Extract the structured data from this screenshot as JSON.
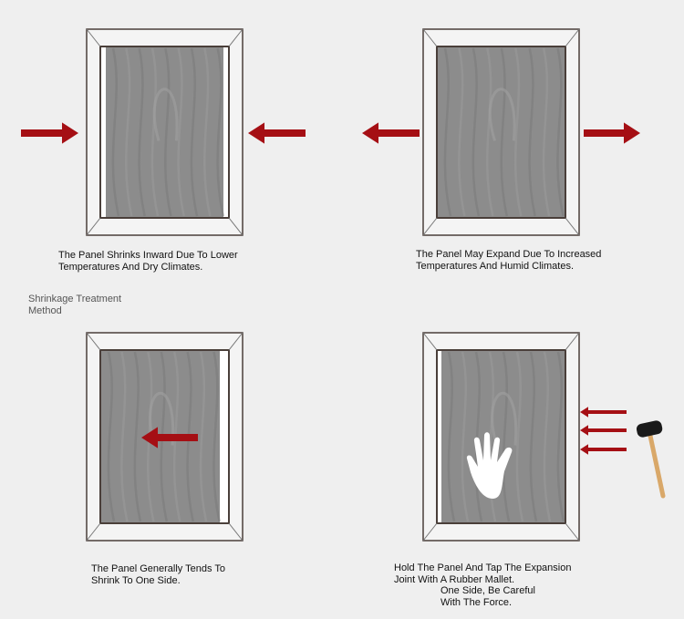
{
  "colors": {
    "arrow": "#a50f14",
    "wood": "#8c8c8c",
    "frame": "#f4f4f4",
    "frame_line": "#4a3f3a"
  },
  "panels": [
    {
      "id": "shrink",
      "caption_line1": "The Panel Shrinks Inward Due To Lower",
      "caption_line2": "Temperatures And Dry Climates."
    },
    {
      "id": "expand",
      "caption_line1": "The Panel May Expand Due To Increased",
      "caption_line2": "Temperatures And Humid Climates."
    },
    {
      "id": "one-side",
      "caption_line1": "The Panel Generally Tends To",
      "caption_line2": "Shrink To One Side."
    },
    {
      "id": "mallet",
      "caption_line1": "Hold The Panel And Tap The Expansion",
      "caption_line2": "Joint With A Rubber Mallet.",
      "caption_line3": "One Side, Be Careful",
      "caption_line4": "With The Force."
    }
  ],
  "section_label_line1": "Shrinkage Treatment",
  "section_label_line2": "Method",
  "icons": [
    "arrow-right-icon",
    "arrow-left-icon",
    "hand-icon",
    "rubber-mallet-icon"
  ]
}
